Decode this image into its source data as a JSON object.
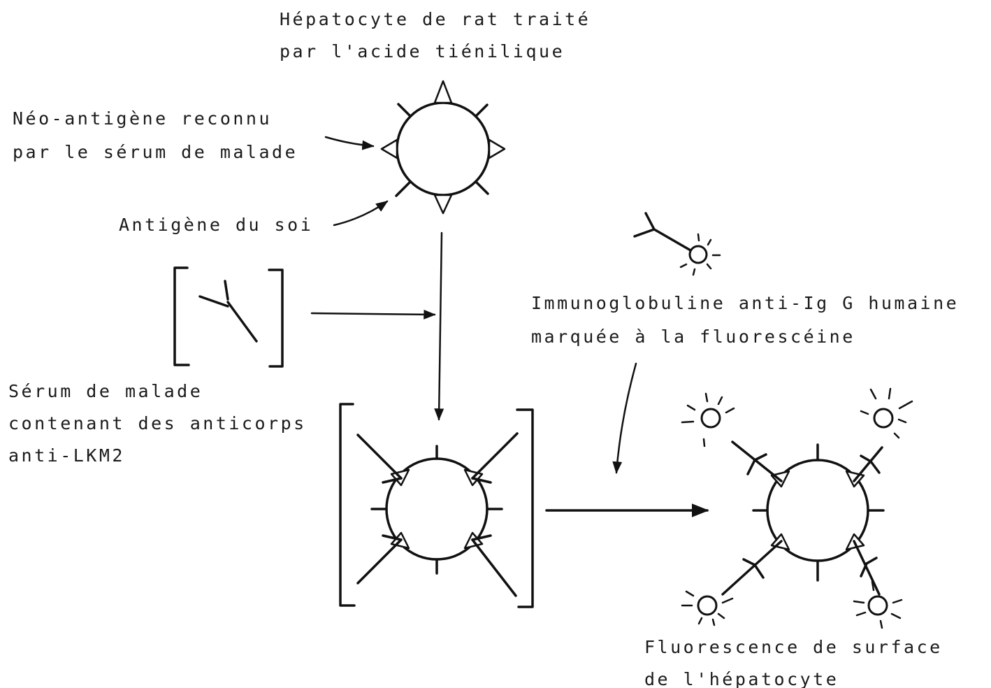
{
  "labels": {
    "title_line1": "Hépatocyte de rat traité",
    "title_line2": "par l'acide tiénilique",
    "neo_line1": "Néo-antigène reconnu",
    "neo_line2": "par le sérum de malade",
    "self_antigen": "Antigène du soi",
    "serum_line1": "Sérum de malade",
    "serum_line2": "contenant des anticorps",
    "serum_line3": "anti-LKM2",
    "ig_line1": "Immunoglobuline anti-Ig G humaine",
    "ig_line2": "marquée à la fluorescéine",
    "fluo_line1": "Fluorescence de surface",
    "fluo_line2": "de l'hépatocyte"
  },
  "icons": {
    "cell": "circle-cell-icon",
    "antibody": "y-antibody-icon",
    "fluorescein": "glowing-dot-icon"
  }
}
